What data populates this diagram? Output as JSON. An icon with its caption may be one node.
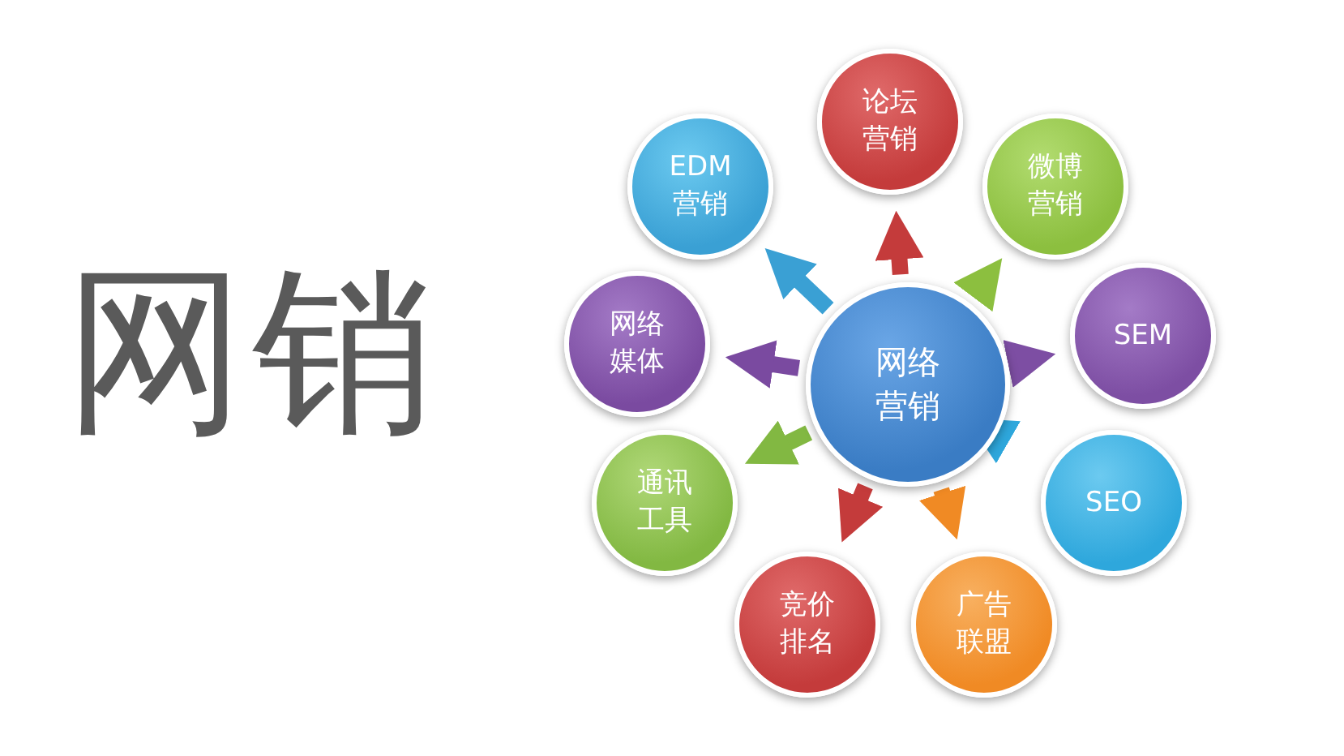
{
  "diagram": {
    "title": "网销",
    "nodes": [
      {
        "text": [
          "网络营销"
        ]
      },
      {
        "text": [
          "论坛营销"
        ]
      },
      {
        "text": [
          "微博营销"
        ]
      },
      {
        "text": [
          "SEM"
        ]
      },
      {
        "text": [
          "SEO"
        ]
      },
      {
        "text": [
          "广告联盟"
        ]
      },
      {
        "text": [
          "竞价排名"
        ]
      },
      {
        "text": [
          "通讯工具"
        ]
      },
      {
        "text": [
          "网络媒体"
        ]
      },
      {
        "text": [
          "EDM营销"
        ]
      }
    ],
    "edges": [
      {
        "from": 0,
        "to": 1,
        "arrow": "to",
        "color": "#c43b3b"
      },
      {
        "from": 0,
        "to": 2,
        "arrow": "to",
        "color": "#8cbf3f"
      },
      {
        "from": 0,
        "to": 3,
        "arrow": "to",
        "color": "#7d4ea3"
      },
      {
        "from": 0,
        "to": 4,
        "arrow": "to",
        "color": "#2ea7dc"
      },
      {
        "from": 0,
        "to": 5,
        "arrow": "to",
        "color": "#f08a24"
      },
      {
        "from": 0,
        "to": 6,
        "arrow": "to",
        "color": "#c43b3b"
      },
      {
        "from": 0,
        "to": 7,
        "arrow": "to",
        "color": "#82b842"
      },
      {
        "from": 0,
        "to": 8,
        "arrow": "to",
        "color": "#7a4aa0"
      },
      {
        "from": 0,
        "to": 9,
        "arrow": "to",
        "color": "#3aa0d4"
      }
    ]
  }
}
